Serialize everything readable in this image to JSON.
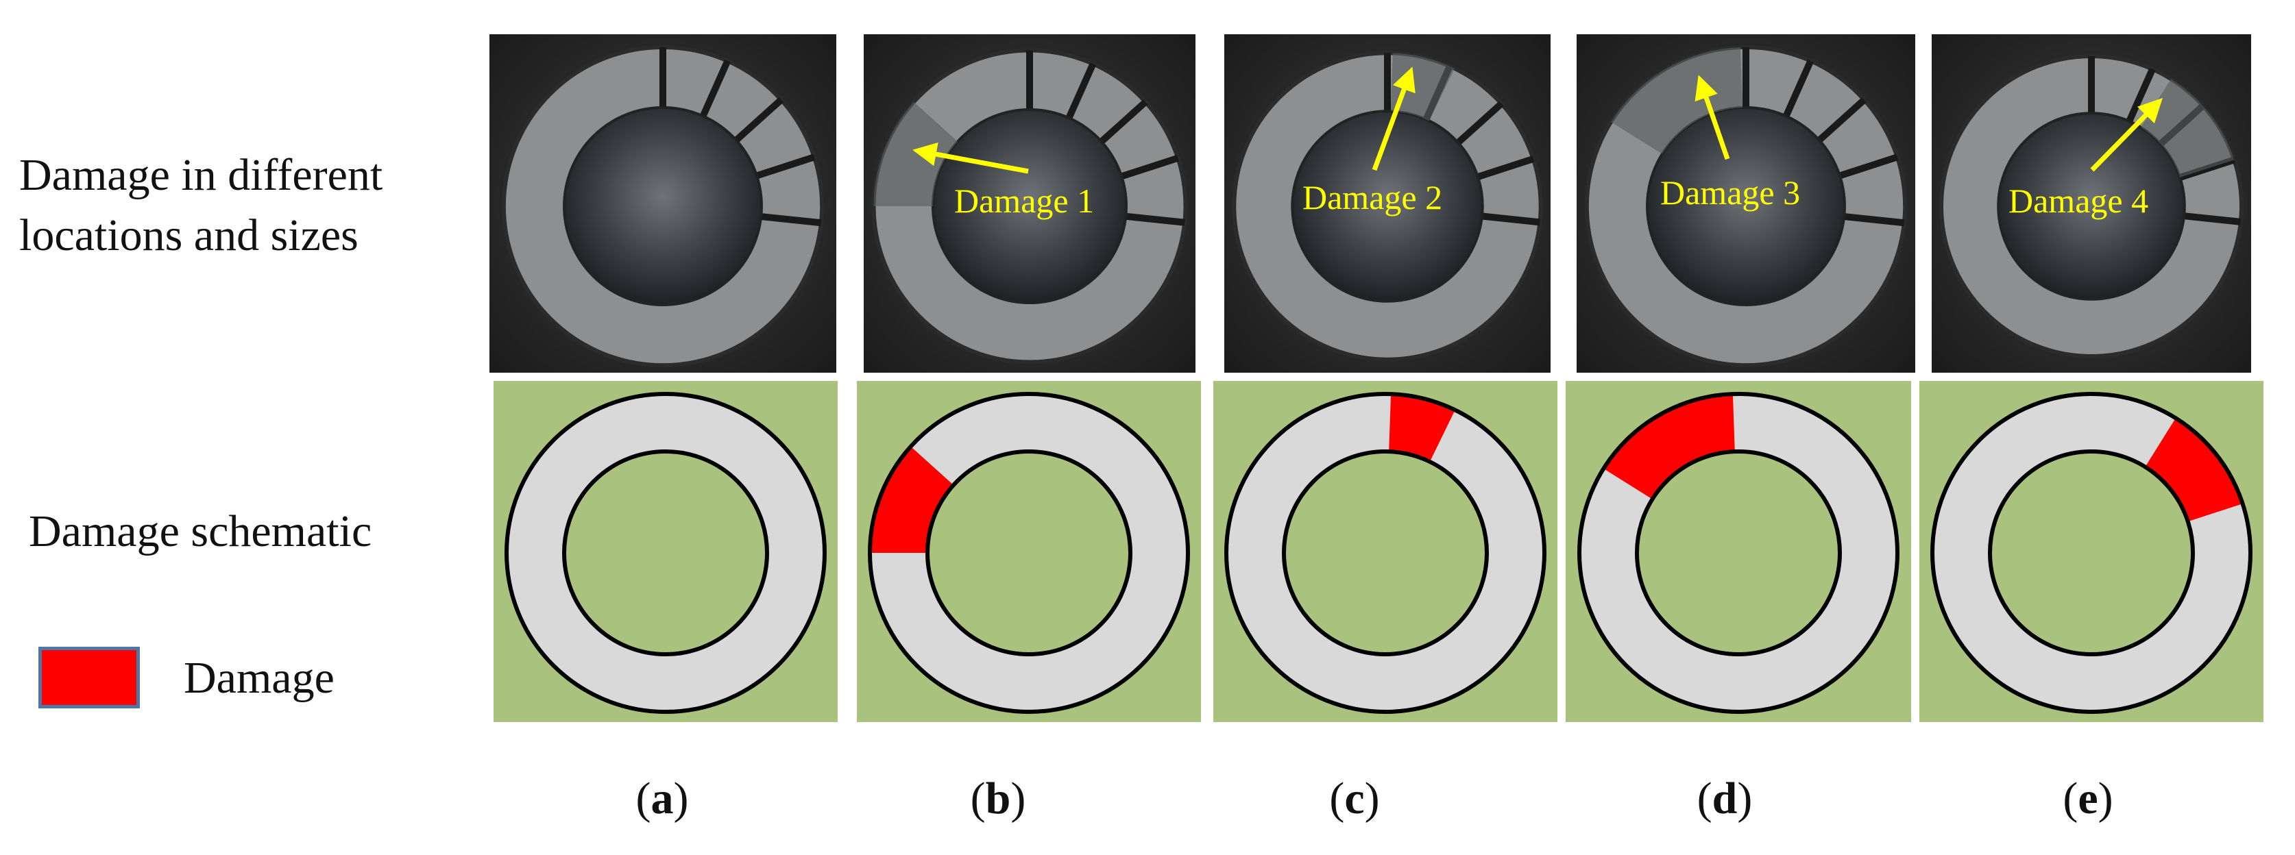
{
  "row_labels": {
    "photos": [
      "Damage in different",
      "locations and sizes"
    ],
    "schematic": "Damage schematic"
  },
  "legend": {
    "label": "Damage",
    "color": "#ff0000"
  },
  "colors": {
    "background_square": "#a9c27e",
    "ring": "#d9d9d9",
    "damage": "#ff0000",
    "arrow": "#ffff00",
    "outline": "#000000"
  },
  "panels": [
    {
      "letter": "a",
      "photo_label": "",
      "damage_sector": null
    },
    {
      "letter": "b",
      "photo_label": "Damage 1",
      "damage_sector": {
        "from_deg": 180,
        "to_deg": 222
      }
    },
    {
      "letter": "c",
      "photo_label": "Damage 2",
      "damage_sector": {
        "from_deg": 272,
        "to_deg": 296
      }
    },
    {
      "letter": "d",
      "photo_label": "Damage 3",
      "damage_sector": {
        "from_deg": 212,
        "to_deg": 268
      }
    },
    {
      "letter": "e",
      "photo_label": "Damage 4",
      "damage_sector": {
        "from_deg": 302,
        "to_deg": 342
      }
    }
  ]
}
